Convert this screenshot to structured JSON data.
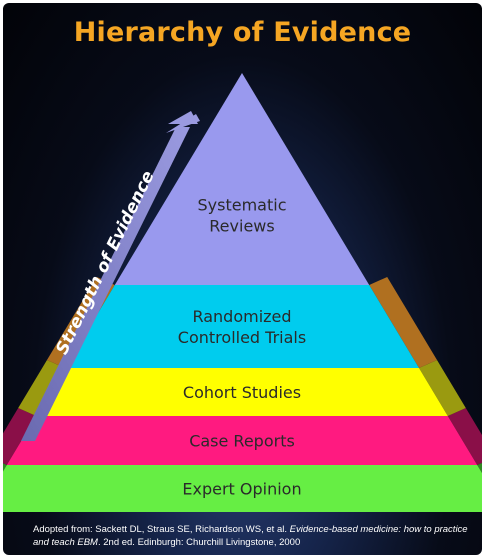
{
  "title": "Hierarchy of Evidence",
  "arrow_label": "Strength of Evidence",
  "tiers": [
    {
      "lines": [
        "Expert Opinion"
      ],
      "color": "#66ee44",
      "side_color": "#2f8a24"
    },
    {
      "lines": [
        "Case Reports"
      ],
      "color": "#ff1a80",
      "side_color": "#8a0f48"
    },
    {
      "lines": [
        "Cohort Studies"
      ],
      "color": "#ffff00",
      "side_color": "#9a9a10"
    },
    {
      "lines": [
        "Randomized",
        "Controlled Trials"
      ],
      "color": "#00ccee",
      "side_color": "#b07020"
    },
    {
      "lines": [
        "Systematic",
        "Reviews"
      ],
      "color": "#9999ee",
      "side_color": "#2c2c66"
    }
  ],
  "citation": {
    "prefix": "Adopted from:  Sackett DL, Straus SE, Richardson WS, et al. ",
    "book_title": "Evidence-based medicine: how to practice  and teach EBM",
    "suffix": ". 2nd ed. Edinburgh:  Churchill  Livingstone,  2000"
  },
  "colors": {
    "title": "#f5a623",
    "arrow": "#8080c0"
  }
}
